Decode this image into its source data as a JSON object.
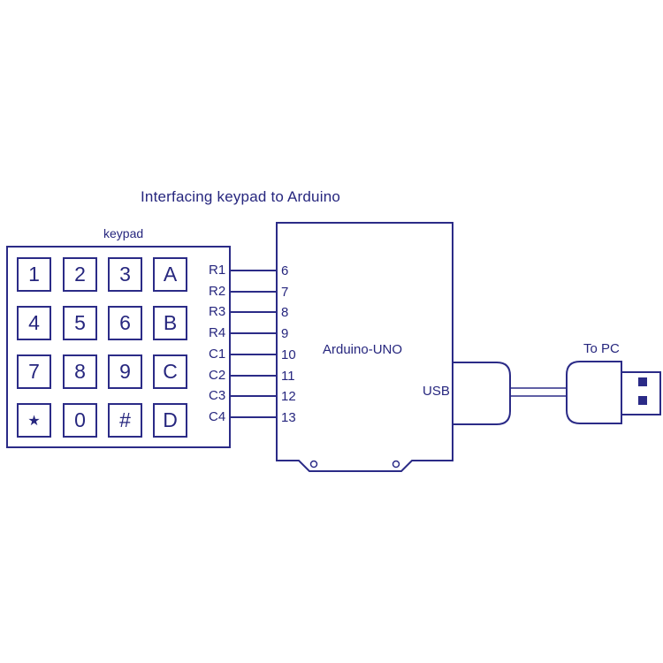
{
  "title": "Interfacing keypad to Arduino",
  "keypad": {
    "label": "keypad",
    "keys": [
      "1",
      "2",
      "3",
      "A",
      "4",
      "5",
      "6",
      "B",
      "7",
      "8",
      "9",
      "C",
      "★",
      "0",
      "#",
      "D"
    ]
  },
  "connections": [
    {
      "label": "R1",
      "pin": "6"
    },
    {
      "label": "R2",
      "pin": "7"
    },
    {
      "label": "R3",
      "pin": "8"
    },
    {
      "label": "R4",
      "pin": "9"
    },
    {
      "label": "C1",
      "pin": "10"
    },
    {
      "label": "C2",
      "pin": "11"
    },
    {
      "label": "C3",
      "pin": "12"
    },
    {
      "label": "C4",
      "pin": "13"
    }
  ],
  "arduino": {
    "label": "Arduino-UNO",
    "usb_label": "USB"
  },
  "pc": {
    "label": "To PC"
  },
  "colors": {
    "line": "#2B2B87",
    "text": "#26267E",
    "background": "#FFFFFF"
  }
}
